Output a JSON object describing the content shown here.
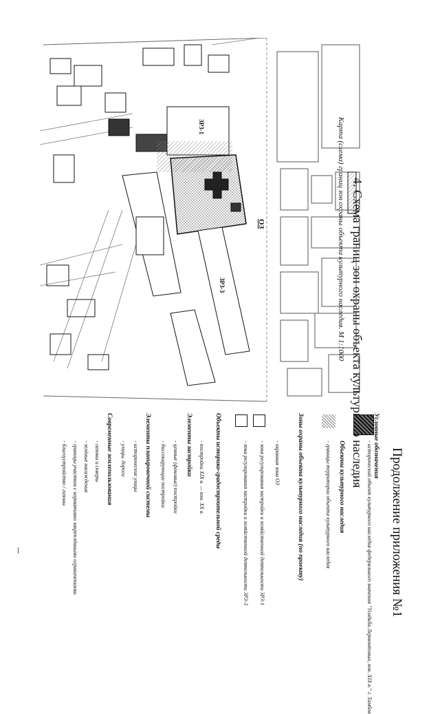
{
  "header": {
    "appendix_title": "Продолжение приложения №1",
    "section_title": "4. Схема границ зон охраны объекта культурного наследия",
    "map_caption": "Карта (схема) границ зон охраны объекта культурного наследия. М 1:1000"
  },
  "map": {
    "zone_label": "ОЗ",
    "building_labels": [
      "ЗР3-1",
      "ЗР3-3"
    ],
    "colors": {
      "ink": "#111111",
      "hatch": "#888888",
      "building_fill": "#ffffff"
    }
  },
  "legend": {
    "title": "Условные обозначения",
    "group1_title": "Объекты культурного наследия",
    "group1_items": [
      "- исторический объект культурного наследия федерального значения \"Усадьба Лермонтовых, кон. XIX в.\" г. Тамбов",
      "- границы территории объекта культурного наследия"
    ],
    "group2_title": "Зоны охраны объекта культурного наследия (по проекту)",
    "group2_items": [
      "- охранная зона ОЗ",
      "- зона регулирования застройки и хозяйственной деятельности ЗР3-1",
      "- зона регулирования застройки и хозяйственной деятельности ЗР3-3"
    ],
    "group3_title": "Объекты историко-градостроительной среды",
    "group3_items": [
      "- постройки XIX в. — кон. XX в."
    ],
    "group4_title": "Элементы застройки",
    "group4_items": [
      "- ценные (фоновые) постройки",
      "- диссонирующие постройки"
    ],
    "group5_title": "Элементы планировочной системы",
    "group5_items": [
      "- исторические улицы",
      "- улицы, дороги"
    ],
    "group6_title": "Современные землепользования",
    "group6_items": [
      "- газоны и скверы",
      "- зелёные насаждения",
      "- границы участков с нормативно закреплёнными ограничениями",
      "- благоустройство / газоны"
    ]
  }
}
